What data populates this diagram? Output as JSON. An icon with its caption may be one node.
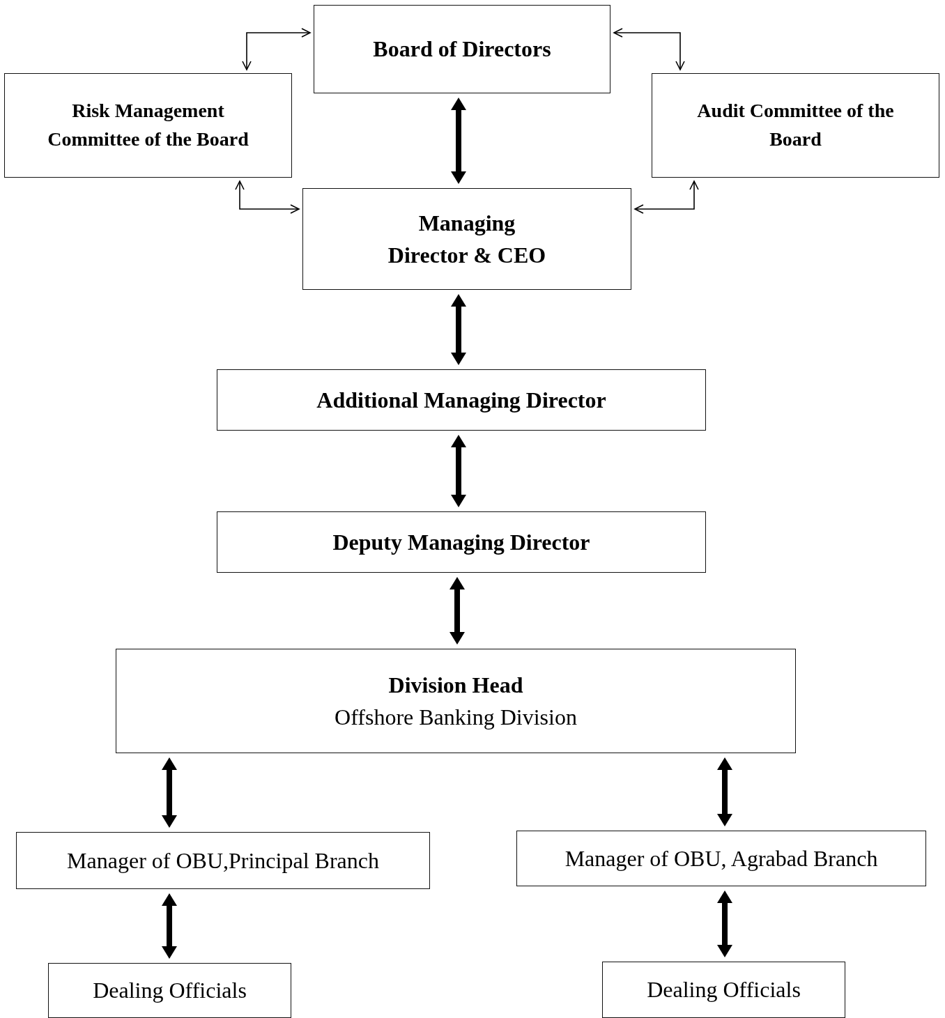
{
  "diagram": {
    "nodes": [
      {
        "text": [
          "Board of Directors"
        ]
      },
      {
        "text": [
          "Risk Management Committee of the Board"
        ]
      },
      {
        "text": [
          "Audit Committee of the Board"
        ]
      },
      {
        "text": [
          "Managing Director & CEO"
        ]
      },
      {
        "text": [
          "Additional Managing Director"
        ]
      },
      {
        "text": [
          "Deputy Managing Director"
        ]
      },
      {
        "text": [
          "Division Head",
          "Offshore Banking Division"
        ]
      },
      {
        "text": [
          "Manager of OBU,Principal Branch"
        ]
      },
      {
        "text": [
          "Manager of OBU, Agrabad Branch"
        ]
      },
      {
        "text": [
          "Dealing Officials"
        ]
      },
      {
        "text": [
          "Dealing Officials"
        ]
      }
    ],
    "edges": [
      {
        "from": 1,
        "to": 0,
        "arrow": "both"
      },
      {
        "from": 2,
        "to": 0,
        "arrow": "both"
      },
      {
        "from": 0,
        "to": 3,
        "arrow": "both"
      },
      {
        "from": 1,
        "to": 3,
        "arrow": "both"
      },
      {
        "from": 2,
        "to": 3,
        "arrow": "both"
      },
      {
        "from": 3,
        "to": 4,
        "arrow": "both"
      },
      {
        "from": 4,
        "to": 5,
        "arrow": "both"
      },
      {
        "from": 5,
        "to": 6,
        "arrow": "both"
      },
      {
        "from": 6,
        "to": 7,
        "arrow": "both"
      },
      {
        "from": 6,
        "to": 8,
        "arrow": "both"
      },
      {
        "from": 7,
        "to": 9,
        "arrow": "both"
      },
      {
        "from": 8,
        "to": 10,
        "arrow": "both"
      }
    ]
  }
}
